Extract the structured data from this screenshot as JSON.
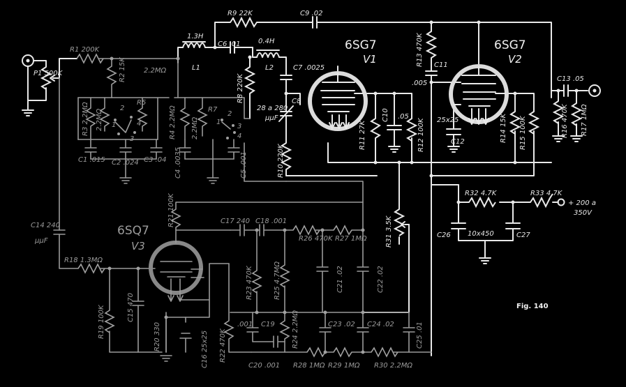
{
  "figure_label": "Fig. 140",
  "tubes": {
    "v1": {
      "type": "6SG7",
      "designator": "V1"
    },
    "v2": {
      "type": "6SG7",
      "designator": "V2"
    },
    "v3": {
      "type": "6SQ7",
      "designator": "V3"
    }
  },
  "supply": {
    "voltage": "+ 200 a",
    "voltage2": "350V"
  },
  "labels": {
    "r9": "R9 22K",
    "c9": "C9 .02",
    "l1": "1.3H",
    "l1d": "L1",
    "l2": "0.4H",
    "l2d": "L2",
    "c6": "C6 .01",
    "c7": "C7 .0025",
    "r8": "R8 220K",
    "c8": "C8",
    "c8v": "28 a 280",
    "c8u": "μμF",
    "r10": "R10 220K",
    "r11": "R11 27K",
    "c10": "C10",
    "c10v": ".05",
    "r12": "R12 100K",
    "r13": "R13 470K",
    "c11": "C11",
    "c11v": ".005",
    "c12": "C12",
    "c12v": "25x25",
    "r14": "R14 15K",
    "r15": "R15 100K",
    "r16": "R16 470K",
    "c13": "C13 .05",
    "r17": "R17 1MΩ",
    "p1": "P1 500K",
    "r1": "R1 200K",
    "r2": "R2 15K",
    "r2x": "2.2MΩ",
    "r3": "R3 2.2MΩ",
    "r3x": "2.2MΩ",
    "r4": "R4 2.2MΩ",
    "r4x": "2.2MΩ",
    "r5": "R5",
    "r7": "R7",
    "c1": "C1 .015",
    "c2": "C2 .024",
    "c3": "C3 .04",
    "c4": "C4 .0035",
    "c5": "C5 .001",
    "c14": "C14 240",
    "c14u": "μμF",
    "r18": "R18 1.3MΩ",
    "r19": "R19 100K",
    "c15": "C15 470",
    "r20": "R20 330",
    "c16": "C16 25x25",
    "r21": "R21 100K",
    "c17": "C17 240",
    "c18": "C18 .001",
    "r26": "R26 470K",
    "r27": "R27 1MΩ",
    "r23": "R23 470K",
    "r25": "R25 4.7MΩ",
    "c21": "C21 .02",
    "c22": "C22 .02",
    "r31": "R31 3.5K",
    "r32": "R32 4.7K",
    "r33": "R33 4.7K",
    "c26": "C26",
    "c27": "C27",
    "c2627": "10x450",
    "r22": "R22 470K",
    "c19": "C19",
    "c19v": ".001",
    "r24": "R24 2.2MΩ",
    "c23": "C23 .02",
    "c24": "C24 .02",
    "c25": "C25 .01",
    "c20": "C20 .001",
    "r28": "R28 1MΩ",
    "r29": "R29 1MΩ",
    "r30": "R30 2.2MΩ",
    "sw1": "1",
    "sw2": "2",
    "sw3": "3",
    "sw4": "4",
    "swr1": "1",
    "swr2": "2",
    "swr3": "3",
    "swr4": "4"
  }
}
